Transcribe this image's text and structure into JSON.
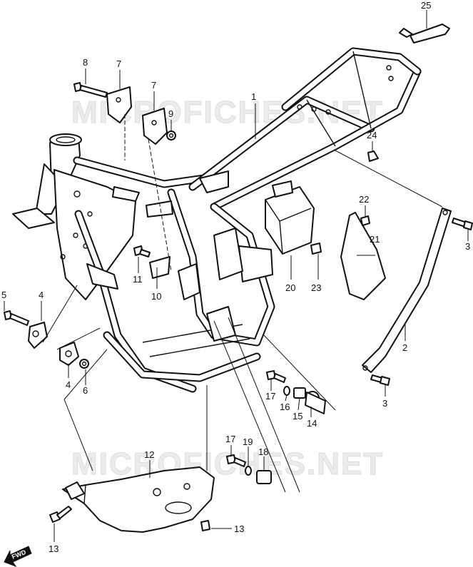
{
  "watermark": "MICROFICHES.NET",
  "fwd_label": "FWD",
  "callouts": {
    "c1": "1",
    "c2": "2",
    "c3a": "3",
    "c3b": "3",
    "c4a": "4",
    "c4b": "4",
    "c5": "5",
    "c6": "6",
    "c7a": "7",
    "c7b": "7",
    "c8": "8",
    "c9": "9",
    "c10": "10",
    "c11": "11",
    "c12": "12",
    "c13a": "13",
    "c13b": "13",
    "c14": "14",
    "c15": "15",
    "c16": "16",
    "c17a": "17",
    "c17b": "17",
    "c18": "18",
    "c19": "19",
    "c20": "20",
    "c21": "21",
    "c22": "22",
    "c23": "23",
    "c24": "24",
    "c25": "25"
  }
}
